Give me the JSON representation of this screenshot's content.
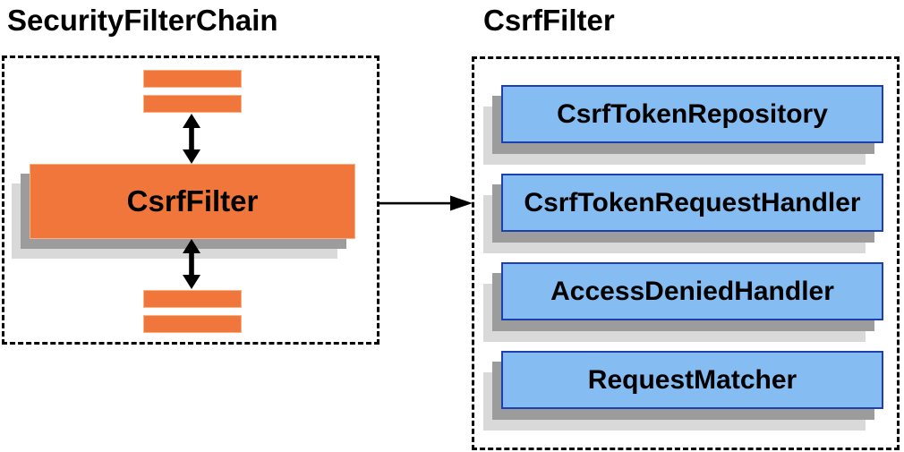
{
  "colors": {
    "orange-fill": "#F0763C",
    "orange-border": "#F8B183",
    "blue-fill": "#85BCF2",
    "blue-border": "#1E40AE",
    "shadow-dark": "#9C9C9C",
    "shadow-light": "#D9D9D9",
    "arrow-color": "#000000"
  },
  "left_panel": {
    "title": "SecurityFilterChain",
    "node_label": "CsrfFilter"
  },
  "right_panel": {
    "title": "CsrfFilter",
    "components": [
      "CsrfTokenRepository",
      "CsrfTokenRequestHandler",
      "AccessDeniedHandler",
      "RequestMatcher"
    ]
  }
}
